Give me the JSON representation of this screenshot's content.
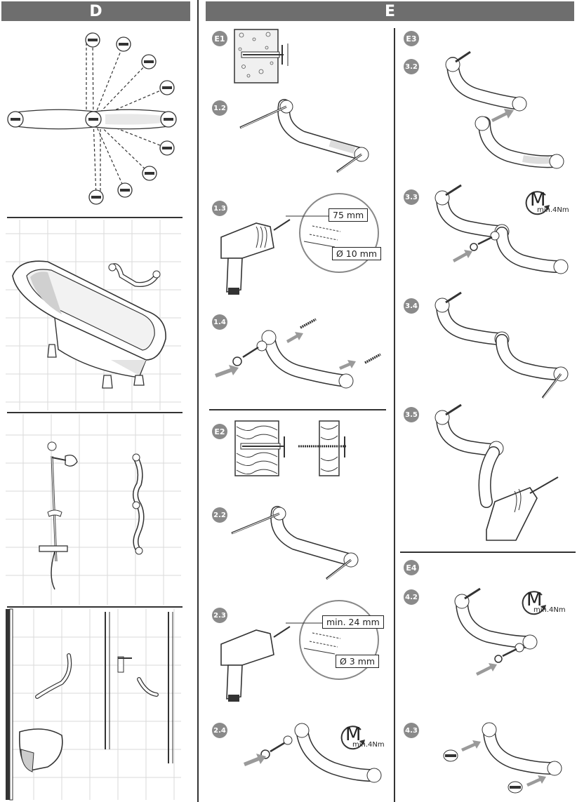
{
  "headers": {
    "left": "D",
    "right": "E"
  },
  "sections": {
    "e1": {
      "label": "E1",
      "steps": [
        "1.2",
        "1.3",
        "1.4"
      ]
    },
    "e2": {
      "label": "E2",
      "steps": [
        "2.2",
        "2.3",
        "2.4"
      ]
    },
    "e3": {
      "label": "E3",
      "steps": [
        "3.2",
        "3.3",
        "3.4",
        "3.5"
      ]
    },
    "e4": {
      "label": "E4",
      "steps": [
        "4.2",
        "4.3"
      ]
    }
  },
  "callouts": {
    "concrete_depth": "75 mm",
    "concrete_diameter": "Ø 10 mm",
    "wood_depth": "min. 24 mm",
    "wood_diameter": "Ø 3 mm"
  },
  "torque": {
    "symbol": "M",
    "value": "min.4Nm"
  },
  "colors": {
    "header_bg": "#6e6e6e",
    "badge_bg": "#8a8a8a",
    "arrow_gray": "#9a9a9a",
    "tile_line": "#d8d8d8"
  }
}
